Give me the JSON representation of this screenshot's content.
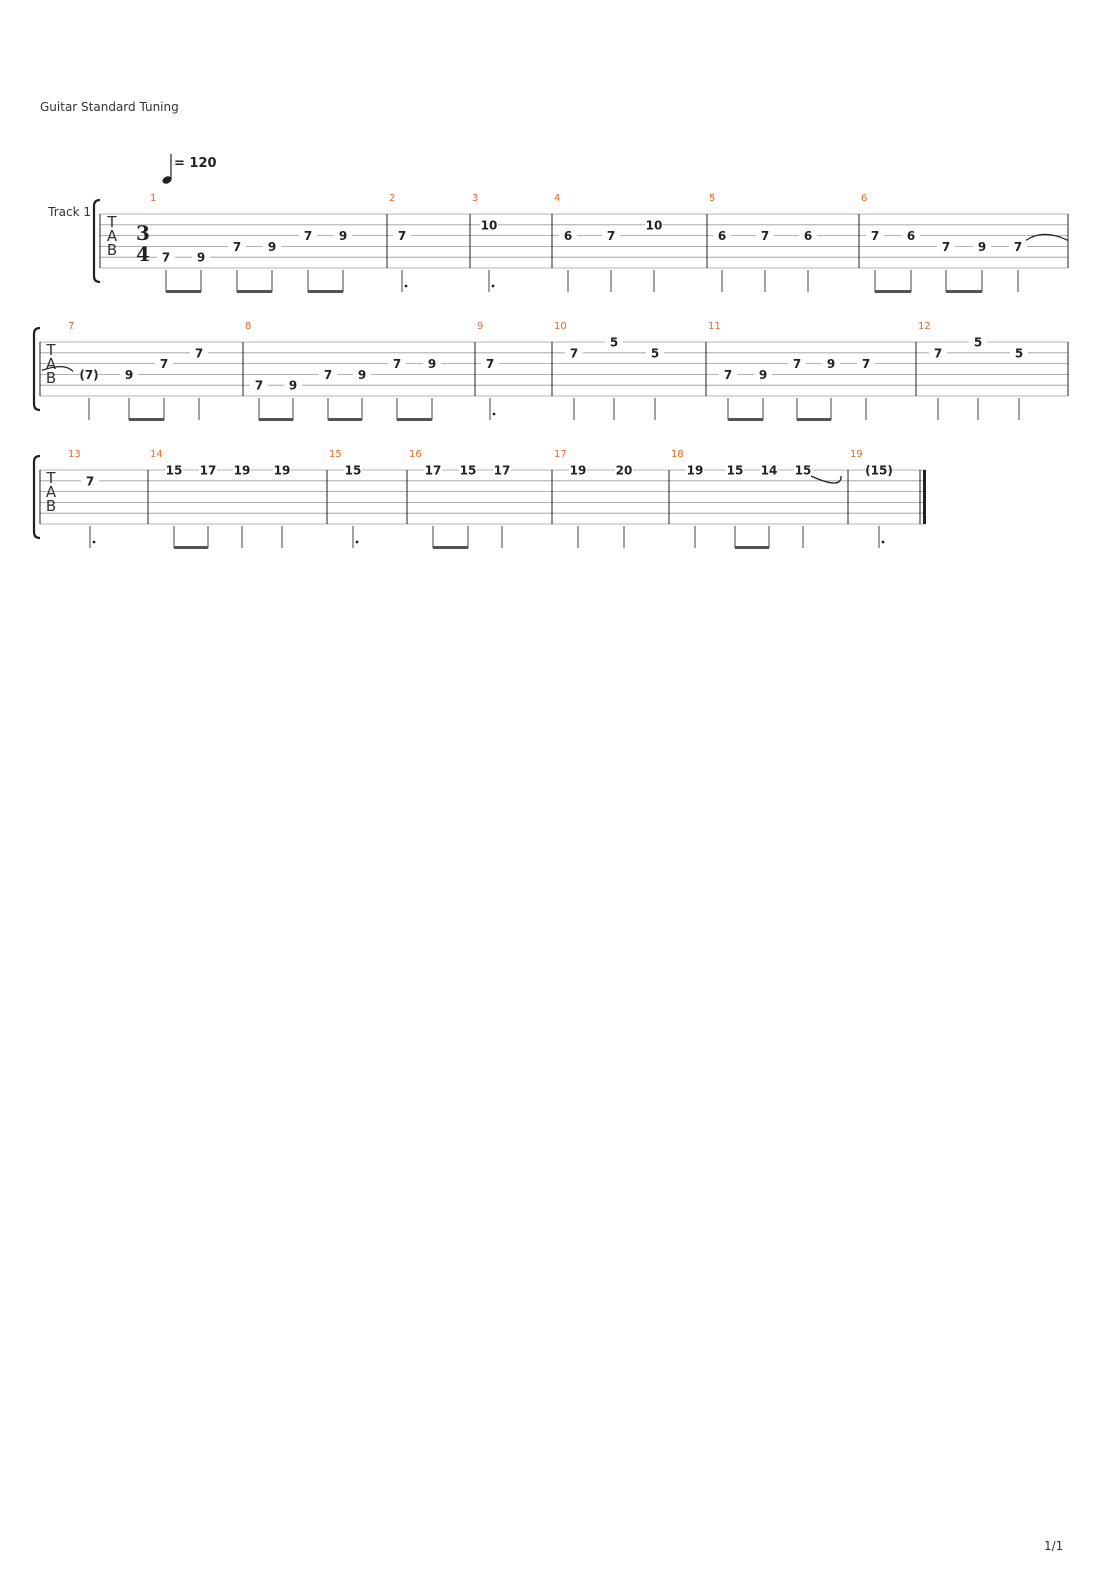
{
  "header": {
    "tuning": "Guitar Standard Tuning",
    "tempo": "= 120",
    "track_name": "Track 1",
    "time_signature": {
      "top": "3",
      "bottom": "4"
    },
    "tab_clef": [
      "T",
      "A",
      "B"
    ]
  },
  "footer": {
    "page": "1/1"
  },
  "colors": {
    "measure_number": "#e0682b",
    "staff_line": "#9a9a9a",
    "text": "#222222"
  },
  "measures": [
    {
      "number": "1",
      "notes": [
        {
          "fret": "7",
          "string": 5,
          "dur": "e"
        },
        {
          "fret": "9",
          "string": 5,
          "dur": "e"
        },
        {
          "fret": "7",
          "string": 4,
          "dur": "e"
        },
        {
          "fret": "9",
          "string": 4,
          "dur": "e"
        },
        {
          "fret": "7",
          "string": 3,
          "dur": "e"
        },
        {
          "fret": "9",
          "string": 3,
          "dur": "e"
        }
      ]
    },
    {
      "number": "2",
      "notes": [
        {
          "fret": "7",
          "string": 3,
          "dur": "h."
        }
      ]
    },
    {
      "number": "3",
      "notes": [
        {
          "fret": "10",
          "string": 2,
          "dur": "h."
        }
      ]
    },
    {
      "number": "4",
      "notes": [
        {
          "fret": "6",
          "string": 3,
          "dur": "q"
        },
        {
          "fret": "7",
          "string": 3,
          "dur": "q"
        },
        {
          "fret": "10",
          "string": 2,
          "dur": "q"
        }
      ]
    },
    {
      "number": "5",
      "notes": [
        {
          "fret": "6",
          "string": 3,
          "dur": "q"
        },
        {
          "fret": "7",
          "string": 3,
          "dur": "q"
        },
        {
          "fret": "6",
          "string": 3,
          "dur": "q"
        }
      ]
    },
    {
      "number": "6",
      "notes": [
        {
          "fret": "7",
          "string": 3,
          "dur": "e"
        },
        {
          "fret": "6",
          "string": 3,
          "dur": "e"
        },
        {
          "fret": "7",
          "string": 4,
          "dur": "e"
        },
        {
          "fret": "9",
          "string": 4,
          "dur": "e"
        },
        {
          "fret": "7",
          "string": 4,
          "dur": "q",
          "tie": "start"
        }
      ]
    },
    {
      "number": "7",
      "notes": [
        {
          "fret": "(7)",
          "string": 4,
          "dur": "q",
          "tie": "end"
        },
        {
          "fret": "9",
          "string": 4,
          "dur": "e"
        },
        {
          "fret": "7",
          "string": 3,
          "dur": "e"
        },
        {
          "fret": "7",
          "string": 2,
          "dur": "q"
        }
      ]
    },
    {
      "number": "8",
      "notes": [
        {
          "fret": "7",
          "string": 5,
          "dur": "e"
        },
        {
          "fret": "9",
          "string": 5,
          "dur": "e"
        },
        {
          "fret": "7",
          "string": 4,
          "dur": "e"
        },
        {
          "fret": "9",
          "string": 4,
          "dur": "e"
        },
        {
          "fret": "7",
          "string": 3,
          "dur": "e"
        },
        {
          "fret": "9",
          "string": 3,
          "dur": "e"
        }
      ]
    },
    {
      "number": "9",
      "notes": [
        {
          "fret": "7",
          "string": 3,
          "dur": "h."
        }
      ]
    },
    {
      "number": "10",
      "notes": [
        {
          "fret": "7",
          "string": 2,
          "dur": "q"
        },
        {
          "fret": "5",
          "string": 1,
          "dur": "q"
        },
        {
          "fret": "5",
          "string": 2,
          "dur": "q"
        }
      ]
    },
    {
      "number": "11",
      "notes": [
        {
          "fret": "7",
          "string": 4,
          "dur": "e"
        },
        {
          "fret": "9",
          "string": 4,
          "dur": "e"
        },
        {
          "fret": "7",
          "string": 3,
          "dur": "e"
        },
        {
          "fret": "9",
          "string": 3,
          "dur": "e"
        },
        {
          "fret": "7",
          "string": 3,
          "dur": "q"
        }
      ]
    },
    {
      "number": "12",
      "notes": [
        {
          "fret": "7",
          "string": 2,
          "dur": "q"
        },
        {
          "fret": "5",
          "string": 1,
          "dur": "q"
        },
        {
          "fret": "5",
          "string": 2,
          "dur": "q"
        }
      ]
    },
    {
      "number": "13",
      "notes": [
        {
          "fret": "7",
          "string": 2,
          "dur": "h."
        }
      ]
    },
    {
      "number": "14",
      "notes": [
        {
          "fret": "15",
          "string": 1,
          "dur": "e"
        },
        {
          "fret": "17",
          "string": 1,
          "dur": "e"
        },
        {
          "fret": "19",
          "string": 1,
          "dur": "q"
        },
        {
          "fret": "19",
          "string": 1,
          "dur": "q"
        }
      ]
    },
    {
      "number": "15",
      "notes": [
        {
          "fret": "15",
          "string": 1,
          "dur": "h."
        }
      ]
    },
    {
      "number": "16",
      "notes": [
        {
          "fret": "17",
          "string": 1,
          "dur": "e"
        },
        {
          "fret": "15",
          "string": 1,
          "dur": "e"
        },
        {
          "fret": "17",
          "string": 1,
          "dur": "h"
        }
      ]
    },
    {
      "number": "17",
      "notes": [
        {
          "fret": "19",
          "string": 1,
          "dur": "q"
        },
        {
          "fret": "20",
          "string": 1,
          "dur": "h"
        }
      ]
    },
    {
      "number": "18",
      "notes": [
        {
          "fret": "19",
          "string": 1,
          "dur": "q"
        },
        {
          "fret": "15",
          "string": 1,
          "dur": "e"
        },
        {
          "fret": "14",
          "string": 1,
          "dur": "e"
        },
        {
          "fret": "15",
          "string": 1,
          "dur": "q",
          "tie": "start"
        }
      ]
    },
    {
      "number": "19",
      "notes": [
        {
          "fret": "(15)",
          "string": 1,
          "dur": "h.",
          "tie": "end"
        }
      ]
    }
  ]
}
